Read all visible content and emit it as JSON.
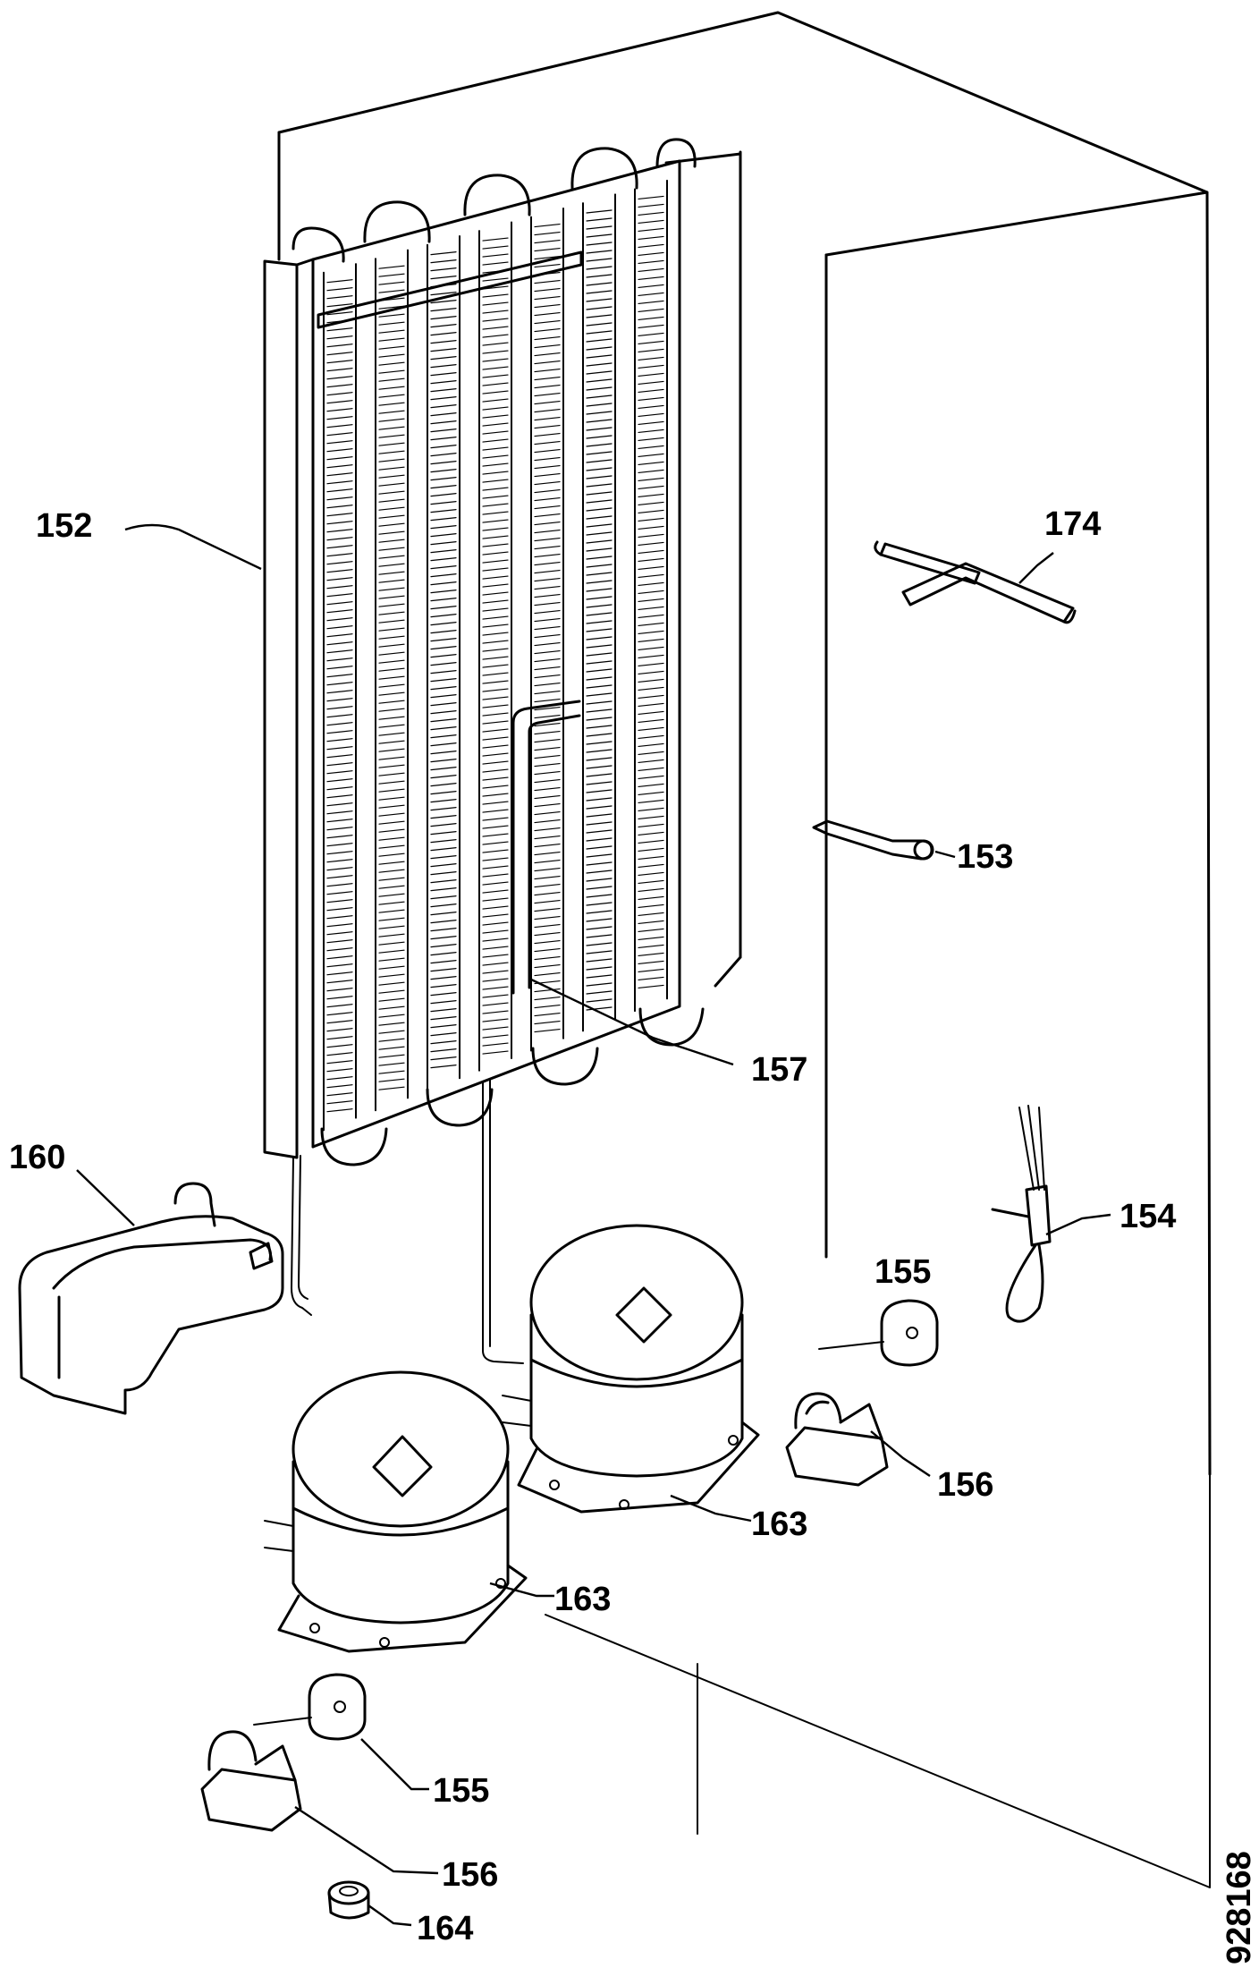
{
  "diagram": {
    "doc_number": "928168",
    "parts": [
      {
        "id": "condenser",
        "number": "152"
      },
      {
        "id": "pipe",
        "number": "174"
      },
      {
        "id": "sensor",
        "number": "153"
      },
      {
        "id": "drier",
        "number": "157"
      },
      {
        "id": "tray",
        "number": "160"
      },
      {
        "id": "filter",
        "number": "154"
      },
      {
        "id": "relay-right",
        "number": "155"
      },
      {
        "id": "clamp-right",
        "number": "156"
      },
      {
        "id": "compressor-right",
        "number": "163"
      },
      {
        "id": "compressor-left",
        "number": "163"
      },
      {
        "id": "relay-bottom",
        "number": "155"
      },
      {
        "id": "clamp-bottom",
        "number": "156"
      },
      {
        "id": "grommet",
        "number": "164"
      }
    ]
  }
}
